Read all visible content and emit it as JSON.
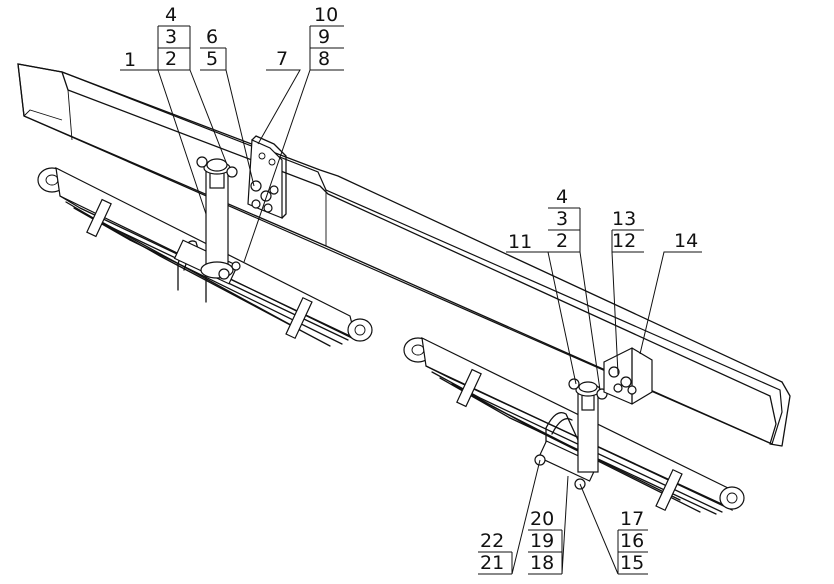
{
  "callouts": {
    "c1": "1",
    "c2a": "2",
    "c3a": "3",
    "c4a": "4",
    "c5": "5",
    "c6": "6",
    "c7": "7",
    "c8": "8",
    "c9": "9",
    "c10": "10",
    "c11": "11",
    "c2b": "2",
    "c3b": "3",
    "c4b": "4",
    "c12": "12",
    "c13": "13",
    "c14": "14",
    "c15": "15",
    "c16": "16",
    "c17": "17",
    "c18": "18",
    "c19": "19",
    "c20": "20",
    "c21": "21",
    "c22": "22"
  }
}
